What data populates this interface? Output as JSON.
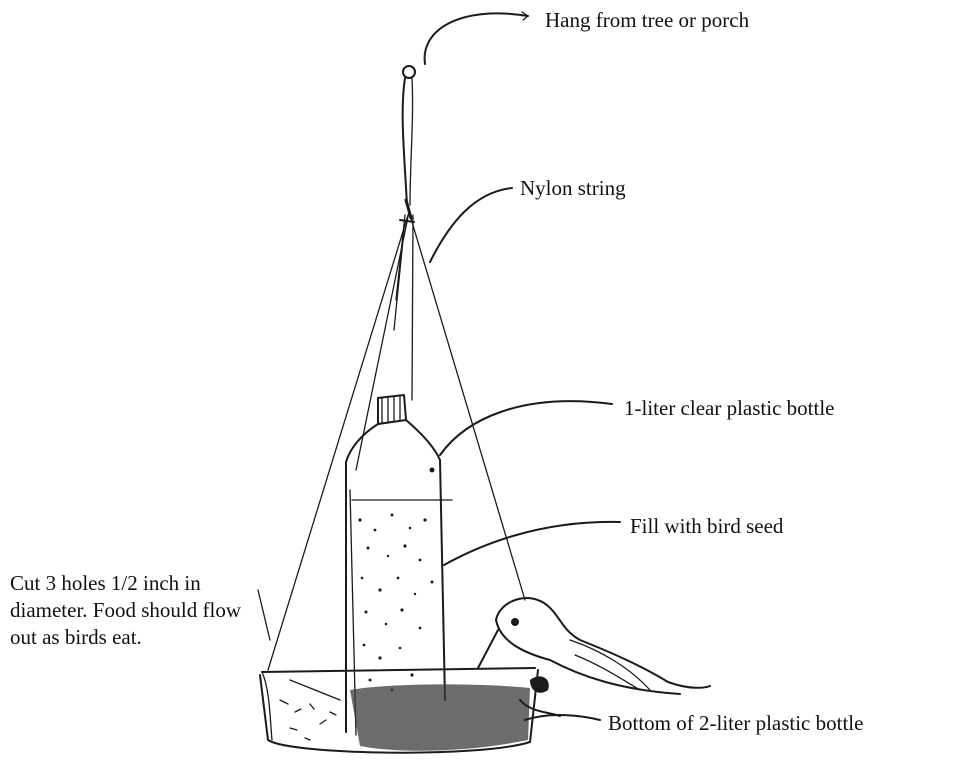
{
  "labels": {
    "hang": "Hang from tree or porch",
    "nylon": "Nylon string",
    "bottle": "1-liter clear plastic bottle",
    "fill": "Fill with bird seed",
    "holes": "Cut 3 holes 1/2 inch in diameter. Food should flow out as birds eat.",
    "base": "Bottom of 2-liter plastic bottle"
  },
  "colors": {
    "ink": "#1b1b1b",
    "paper": "#ffffff"
  },
  "icons": [
    "bird-sketch",
    "bottle-sketch",
    "string-sketch",
    "tray-sketch"
  ]
}
